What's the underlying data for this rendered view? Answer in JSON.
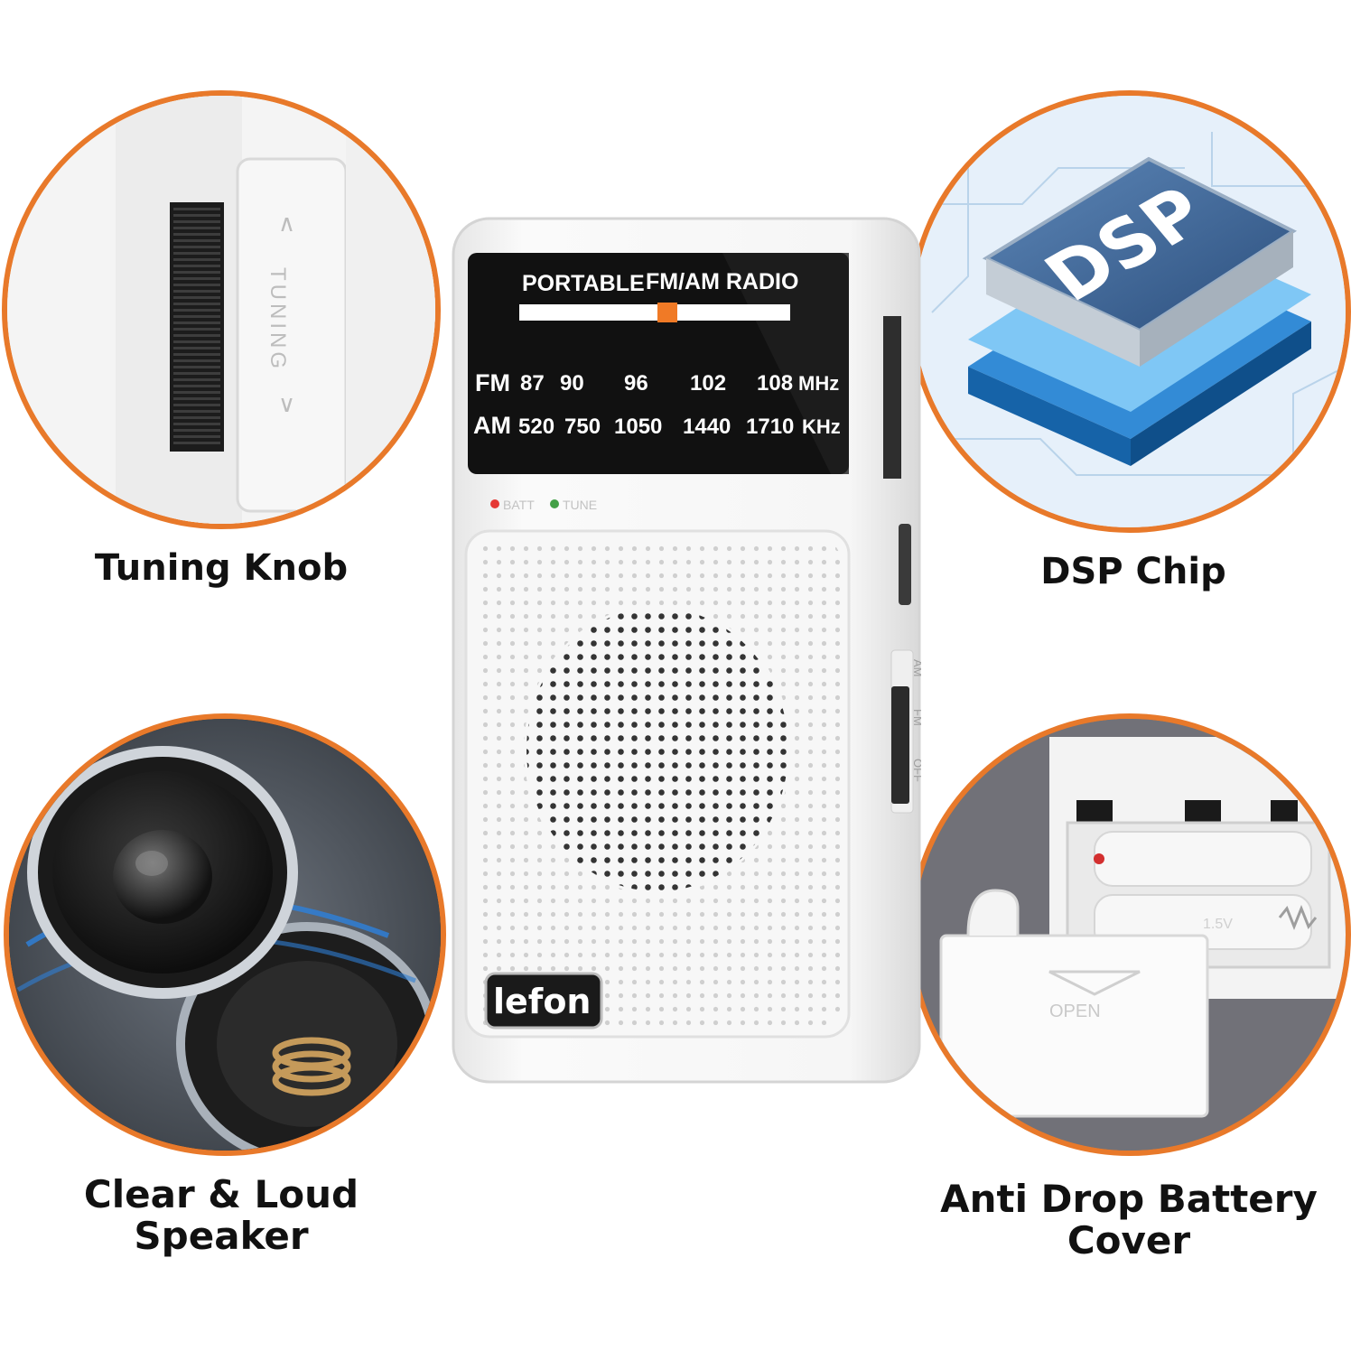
{
  "captions": {
    "tuning_knob": "Tuning Knob",
    "dsp_chip": "DSP Chip",
    "speaker_line1": "Clear & Loud",
    "speaker_line2": "Speaker",
    "battery_line1": "Anti Drop Battery",
    "battery_line2": "Cover"
  },
  "radio": {
    "panel_title_left": "PORTABLE",
    "panel_title_right": "FM/AM RADIO",
    "fm_band": "FM",
    "fm_freqs": [
      "87",
      "90",
      "96",
      "102",
      "108"
    ],
    "fm_unit": "MHz",
    "am_band": "AM",
    "am_freqs": [
      "520",
      "750",
      "1050",
      "1440",
      "1710"
    ],
    "am_unit": "KHz",
    "batt_label": "BATT",
    "tune_label": "TUNE",
    "brand": "lefon",
    "switch_am": "AM",
    "switch_fm": "FM",
    "switch_off": "OFF"
  },
  "tuning_detail": {
    "label": "TUNING"
  },
  "dsp_detail": {
    "chip_label": "DSP"
  },
  "battery_detail": {
    "open_label": "OPEN",
    "voltage": "1.5V"
  },
  "colors": {
    "accent": "#e8792a",
    "led_red": "#e53935",
    "led_green": "#43a047",
    "chip_blue": "#2f6fb5"
  }
}
